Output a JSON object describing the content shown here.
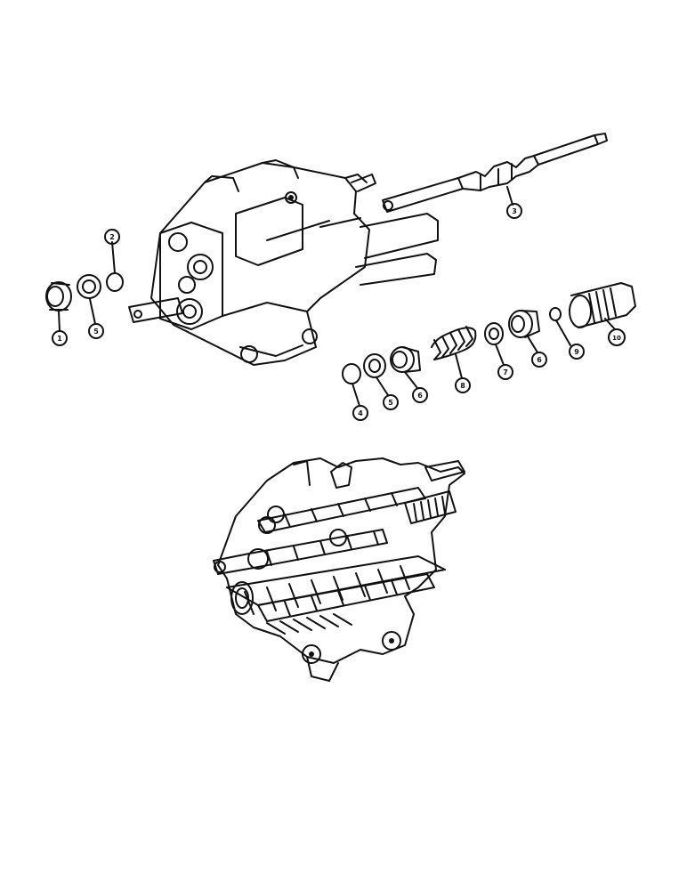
{
  "callouts": {
    "c1": "1",
    "c2": "2",
    "c3": "3",
    "c4": "4",
    "c5a": "5",
    "c5b": "5",
    "c6a": "6",
    "c6b": "6",
    "c7": "7",
    "c8": "8",
    "c9": "9",
    "c10": "10"
  }
}
